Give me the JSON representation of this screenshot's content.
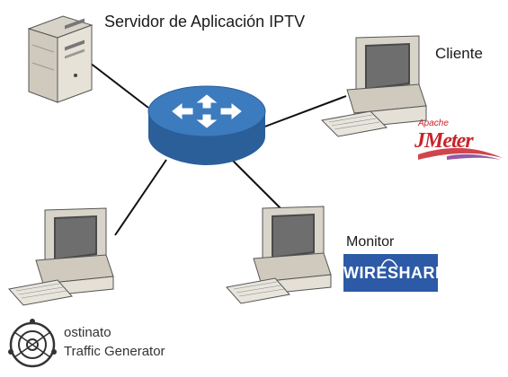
{
  "nodes": {
    "server": {
      "label": "Servidor de Aplicación IPTV"
    },
    "client": {
      "label": "Cliente",
      "tool": {
        "caption": "Apache",
        "name": "JMeter"
      }
    },
    "monitor": {
      "label": "Monitor",
      "tool": {
        "name": "WIRESHARK"
      }
    },
    "generator": {
      "tool": {
        "name": "ostinato",
        "caption": "Traffic Generator"
      }
    }
  },
  "colors": {
    "router_top": "#3d7bbf",
    "router_side": "#2a5f9a",
    "wireshark_bg": "#2d5aa6",
    "jmeter_red": "#c8242b",
    "link": "#111111"
  }
}
